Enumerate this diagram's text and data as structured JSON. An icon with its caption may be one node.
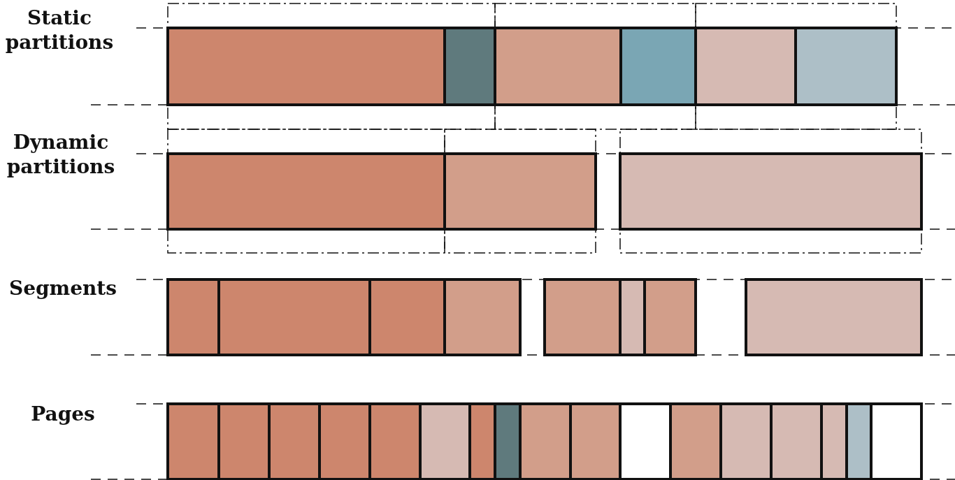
{
  "diagram": {
    "labels": [
      "Static partitions",
      "Dynamic partitions",
      "Segments",
      "Pages"
    ]
  }
}
